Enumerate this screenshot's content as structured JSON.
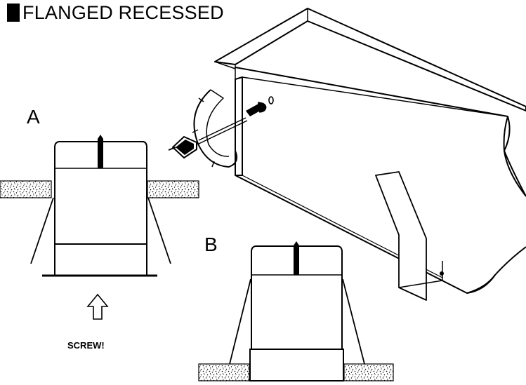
{
  "title": "FLANGED RECESSED",
  "labels": {
    "a": "A",
    "b": "B"
  },
  "note": "SCREW!"
}
